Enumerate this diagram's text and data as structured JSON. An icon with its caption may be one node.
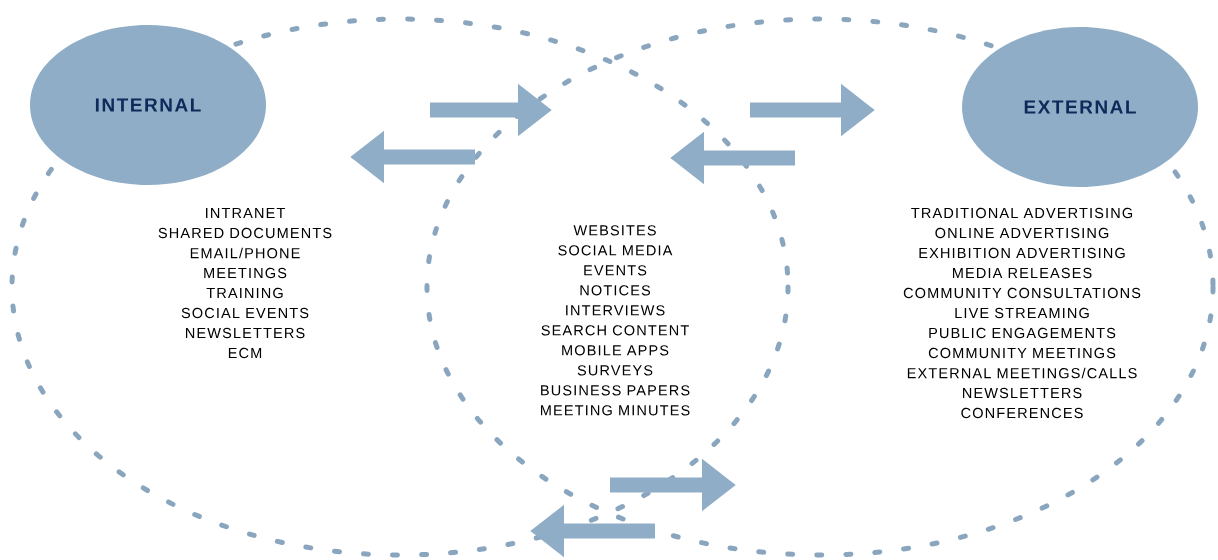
{
  "diagram": {
    "nodes": [
      {
        "text": [
          "INTERNAL"
        ],
        "beside": [
          "INTRANET",
          "SHARED DOCUMENTS",
          "EMAIL/PHONE",
          "MEETINGS",
          "TRAINING",
          "SOCIAL EVENTS",
          "NEWSLETTERS",
          "ECM"
        ]
      },
      {
        "text": [
          "EXTERNAL"
        ],
        "beside": [
          "TRADITIONAL ADVERTISING",
          "ONLINE ADVERTISING",
          "EXHIBITION ADVERTISING",
          "MEDIA RELEASES",
          "COMMUNITY CONSULTATIONS",
          "LIVE STREAMING",
          "PUBLIC ENGAGEMENTS",
          "COMMUNITY MEETINGS",
          "EXTERNAL MEETINGS/CALLS",
          "NEWSLETTERS",
          "CONFERENCES"
        ]
      },
      {
        "text": [
          "WEBSITES",
          "SOCIAL MEDIA",
          "EVENTS",
          "NOTICES",
          "INTERVIEWS",
          "SEARCH CONTENT",
          "MOBILE APPS",
          "SURVEYS",
          "BUSINESS PAPERS",
          "MEETING MINUTES"
        ]
      }
    ]
  }
}
